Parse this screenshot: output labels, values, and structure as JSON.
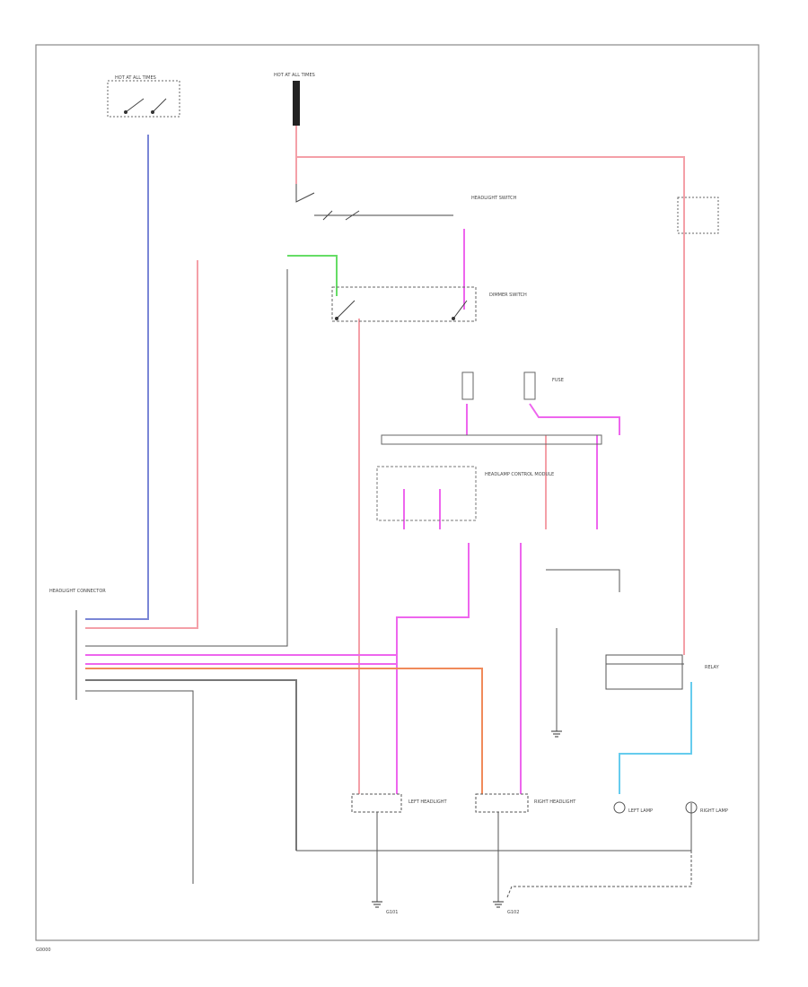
{
  "colors": {
    "background": "#ffffff",
    "frame": "#888888",
    "wire_red": "#f4a0a8",
    "wire_blue": "#7a86d6",
    "wire_pink": "#ee66ee",
    "wire_orange": "#f08a5a",
    "wire_green": "#66dd66",
    "wire_lightblue": "#66ccee",
    "wire_gray": "#777777",
    "wire_dark": "#333333"
  },
  "labels": {
    "footer": "G0000",
    "top_left_switch": "HOT AT ALL TIMES",
    "top_center_source": "HOT AT ALL TIMES",
    "fuse_box": "FUSE",
    "headlight_switch": "HEADLIGHT SWITCH",
    "dimmer_switch": "DIMMER SWITCH",
    "module": "HEADLAMP CONTROL MODULE",
    "left_headlight": "LEFT HEADLIGHT",
    "right_headlight": "RIGHT HEADLIGHT",
    "left_lamp": "LEFT LAMP",
    "right_lamp": "RIGHT LAMP",
    "relay": "RELAY",
    "ground_left": "G101",
    "ground_right": "G102"
  }
}
